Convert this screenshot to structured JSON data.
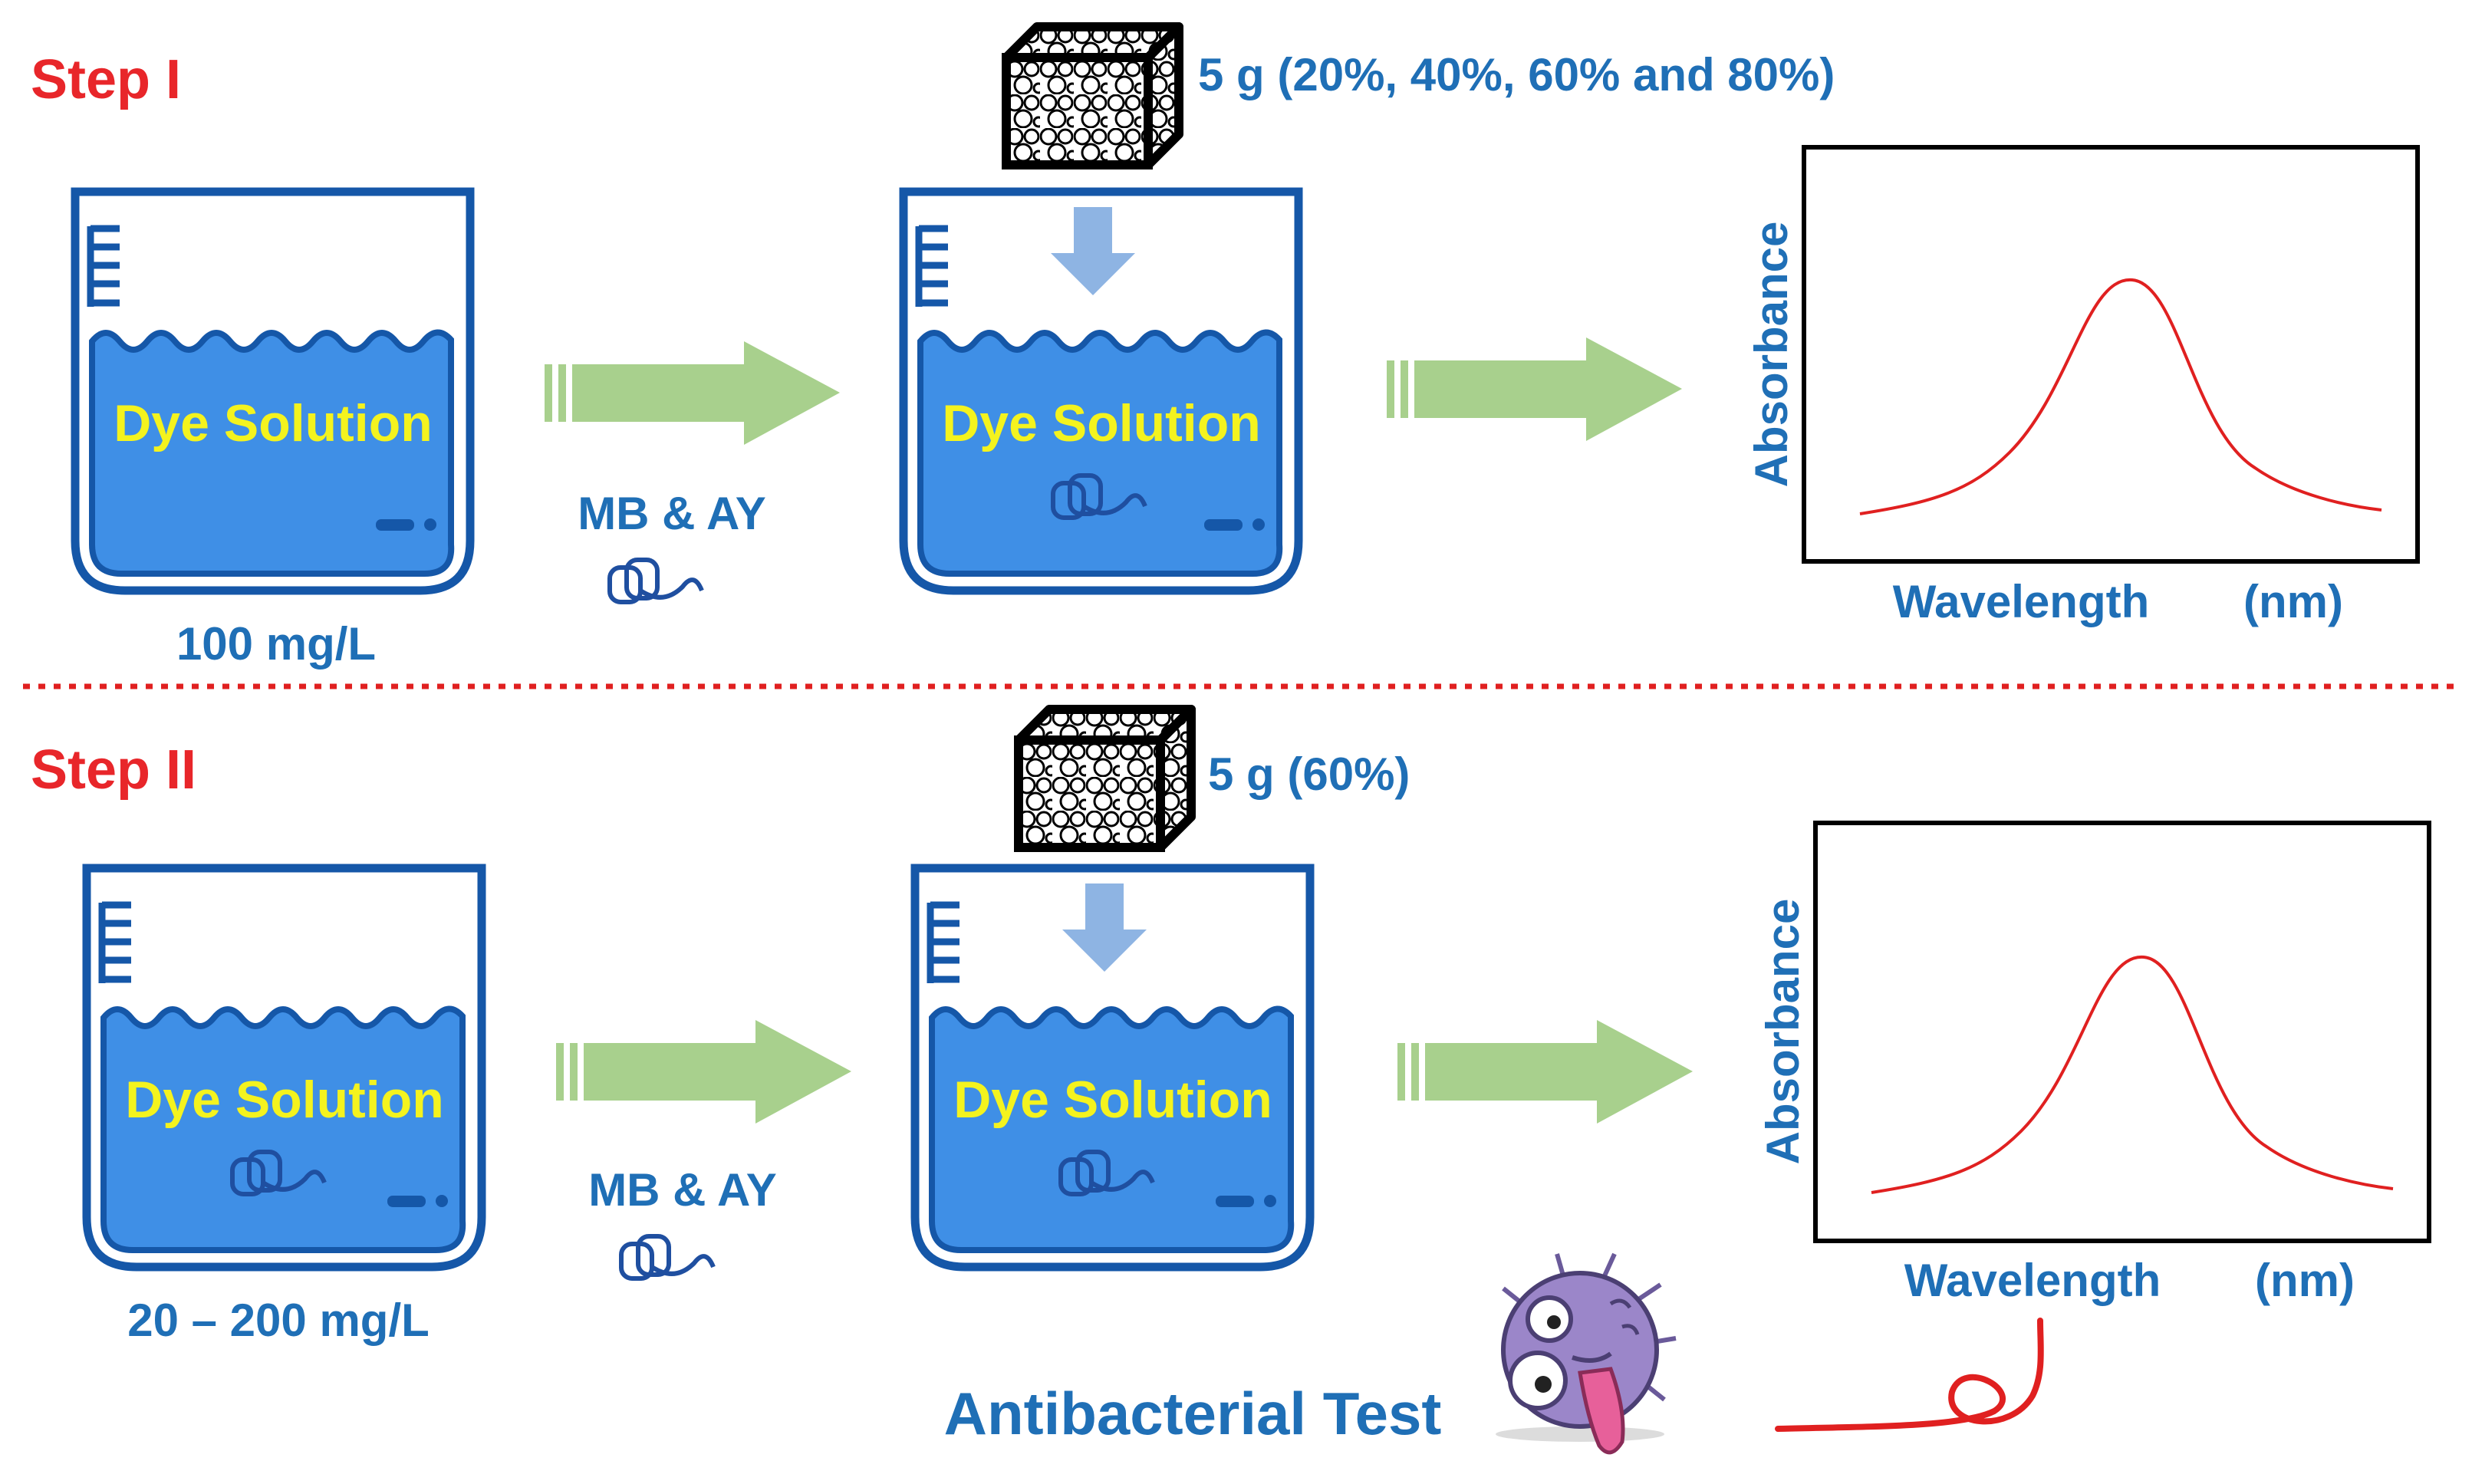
{
  "colors": {
    "step_label": "#e8262a",
    "text_blue": "#1f6fb6",
    "beaker_outline": "#1557a8",
    "liquid": "#3f8fe6",
    "liquid_label": "#f4f31e",
    "arrow_green": "#a8d08d",
    "arrow_blue": "#8eb4e3",
    "curve_red": "#e02020",
    "divider": "#e02020",
    "sponge": "#000000",
    "bacteria": "#9b86c9"
  },
  "icons": [
    "sponge-cube-icon",
    "dye-molecule-icon",
    "bacteria-mascot-icon",
    "down-arrow-icon",
    "right-arrow-icon"
  ],
  "step1": {
    "label": "Step I",
    "sponge_label": "5 g (20%, 40%, 60% and 80%)",
    "beaker_label": "Dye Solution",
    "concentration": "100 mg/L",
    "dyes": "MB & AY",
    "chart": {
      "ylabel": "Absorbance",
      "xlabel": "Wavelength",
      "xunit": "(nm)"
    }
  },
  "step2": {
    "label": "Step II",
    "sponge_label": "5 g (60%)",
    "beaker_label": "Dye Solution",
    "concentration": "20 – 200 mg/L",
    "dyes": "MB & AY",
    "chart": {
      "ylabel": "Absorbance",
      "xlabel": "Wavelength",
      "xunit": "(nm)"
    },
    "antibacterial": "Antibacterial Test"
  }
}
